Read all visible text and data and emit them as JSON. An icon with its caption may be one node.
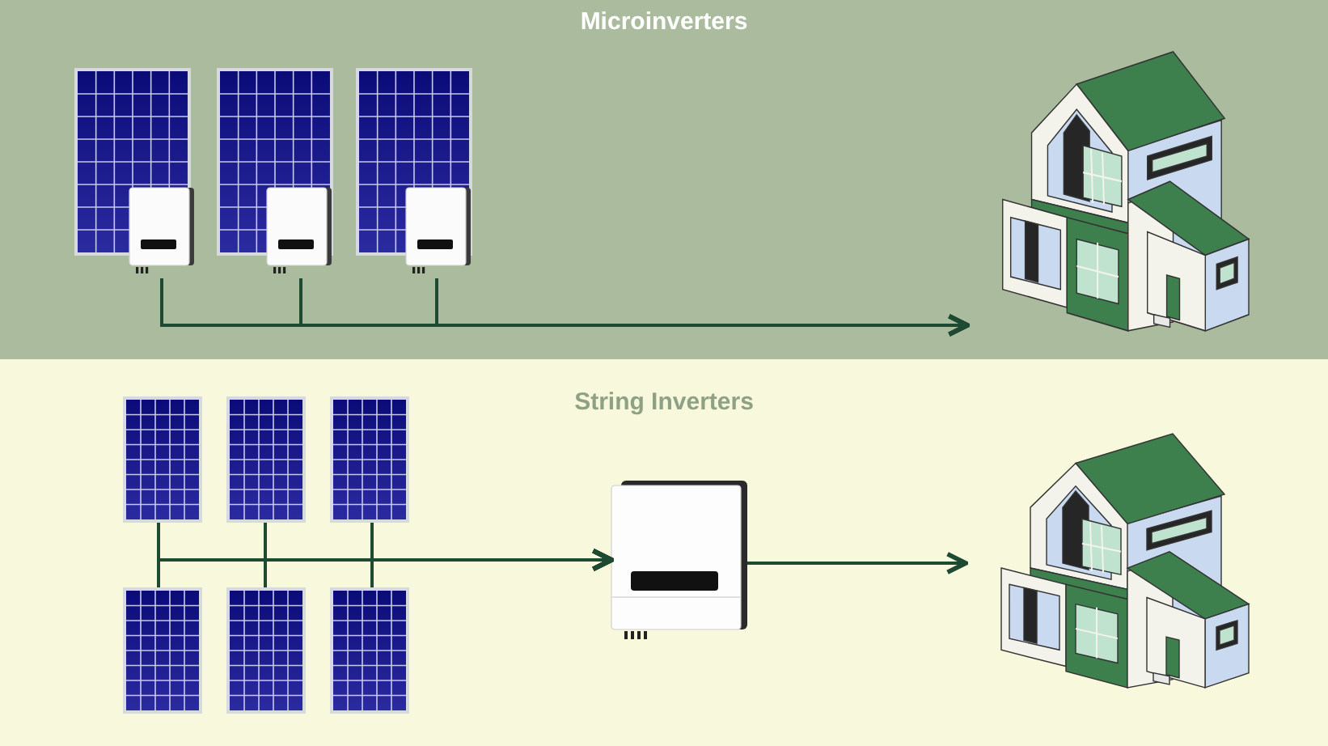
{
  "diagram": {
    "nodes": [
      {
        "text": [
          "Microinverters"
        ]
      },
      {
        "text": [],
        "shape": "picture",
        "in": 0
      },
      {
        "text": [],
        "shape": "picture",
        "in": 0
      },
      {
        "text": [],
        "shape": "picture",
        "in": 0
      },
      {
        "text": [],
        "shape": "picture",
        "in": 0
      },
      {
        "text": [],
        "shape": "picture",
        "in": 0
      },
      {
        "text": [],
        "shape": "picture",
        "in": 0
      },
      {
        "text": [],
        "shape": "picture",
        "in": 0
      },
      {
        "text": [
          "String Inverters"
        ]
      },
      {
        "text": [],
        "shape": "picture",
        "in": 8
      },
      {
        "text": [],
        "shape": "picture",
        "in": 8
      },
      {
        "text": [],
        "shape": "picture",
        "in": 8
      },
      {
        "text": [],
        "shape": "picture",
        "in": 8
      },
      {
        "text": [],
        "shape": "picture",
        "in": 8
      },
      {
        "text": [],
        "shape": "picture",
        "in": 8
      },
      {
        "text": [],
        "shape": "picture",
        "in": 8
      },
      {
        "text": [],
        "shape": "picture",
        "in": 8
      }
    ],
    "edges": [
      {
        "from": 4,
        "to": 7,
        "arrow": "to"
      },
      {
        "from": 5,
        "to": 7,
        "arrow": "to"
      },
      {
        "from": 6,
        "to": 7,
        "arrow": "to"
      },
      {
        "from": 9,
        "to": 15,
        "arrow": "to"
      },
      {
        "from": 10,
        "to": 15,
        "arrow": "to"
      },
      {
        "from": 11,
        "to": 15,
        "arrow": "to"
      },
      {
        "from": 12,
        "to": 15,
        "arrow": "to"
      },
      {
        "from": 13,
        "to": 15,
        "arrow": "to"
      },
      {
        "from": 14,
        "to": 15,
        "arrow": "to"
      },
      {
        "from": 15,
        "to": 16,
        "arrow": "to"
      }
    ]
  }
}
